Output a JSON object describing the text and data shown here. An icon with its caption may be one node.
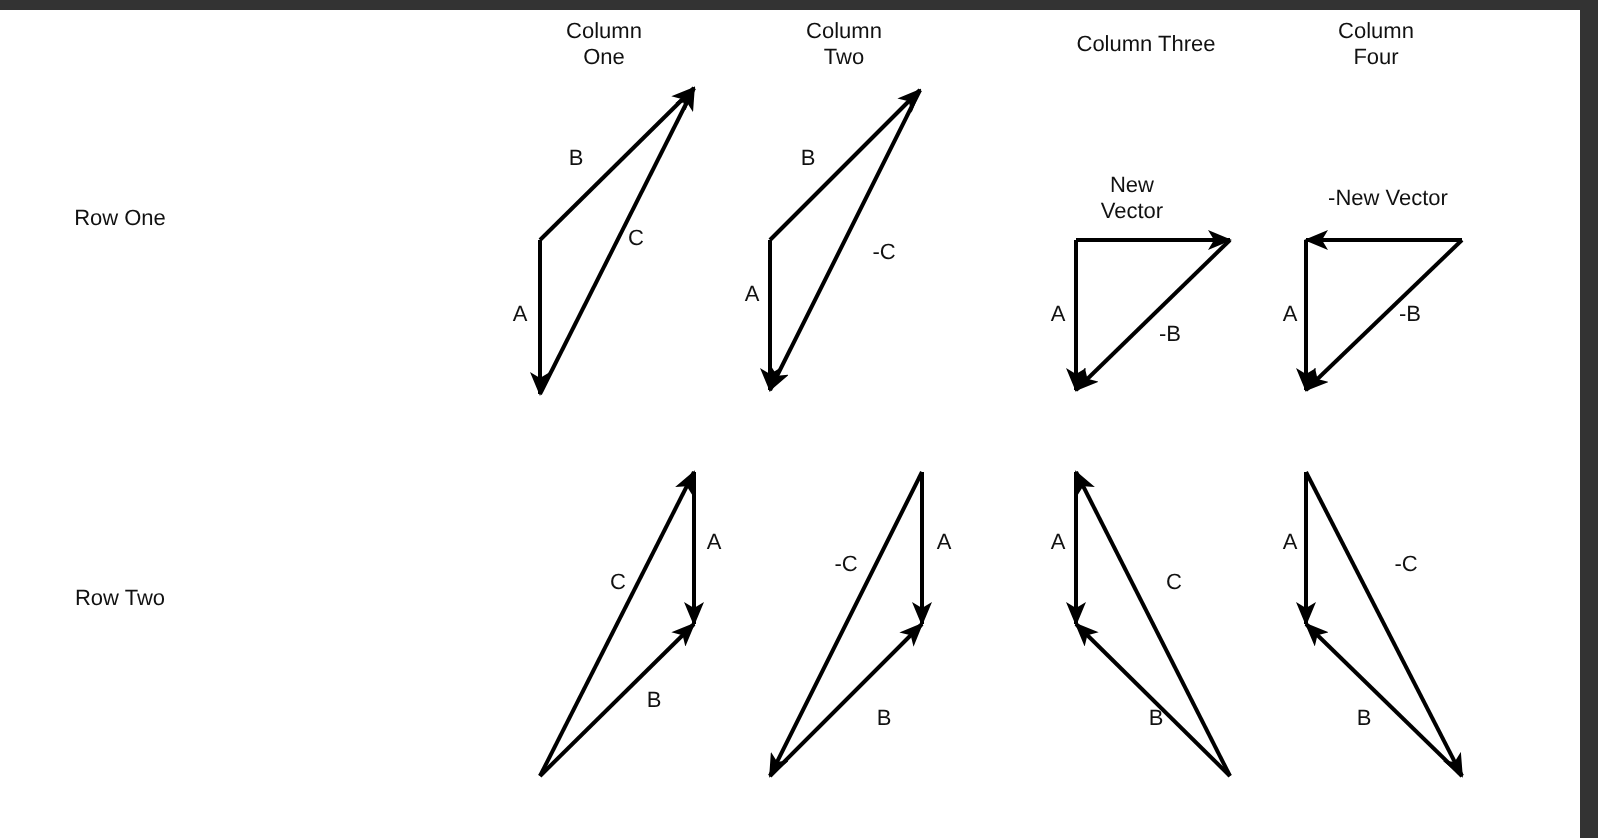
{
  "diagram": {
    "labels": [
      "Column One",
      "Column Two",
      "Column Three",
      "Column Four",
      "Row One",
      "B",
      "C",
      "A",
      "B",
      "-C",
      "A",
      "New Vector",
      "A",
      "-B",
      "-New Vector",
      "A",
      "-B",
      "Row Two",
      "C",
      "A",
      "B",
      "-C",
      "A",
      "B",
      "A",
      "C",
      "B",
      "A",
      "-C",
      "B"
    ]
  }
}
